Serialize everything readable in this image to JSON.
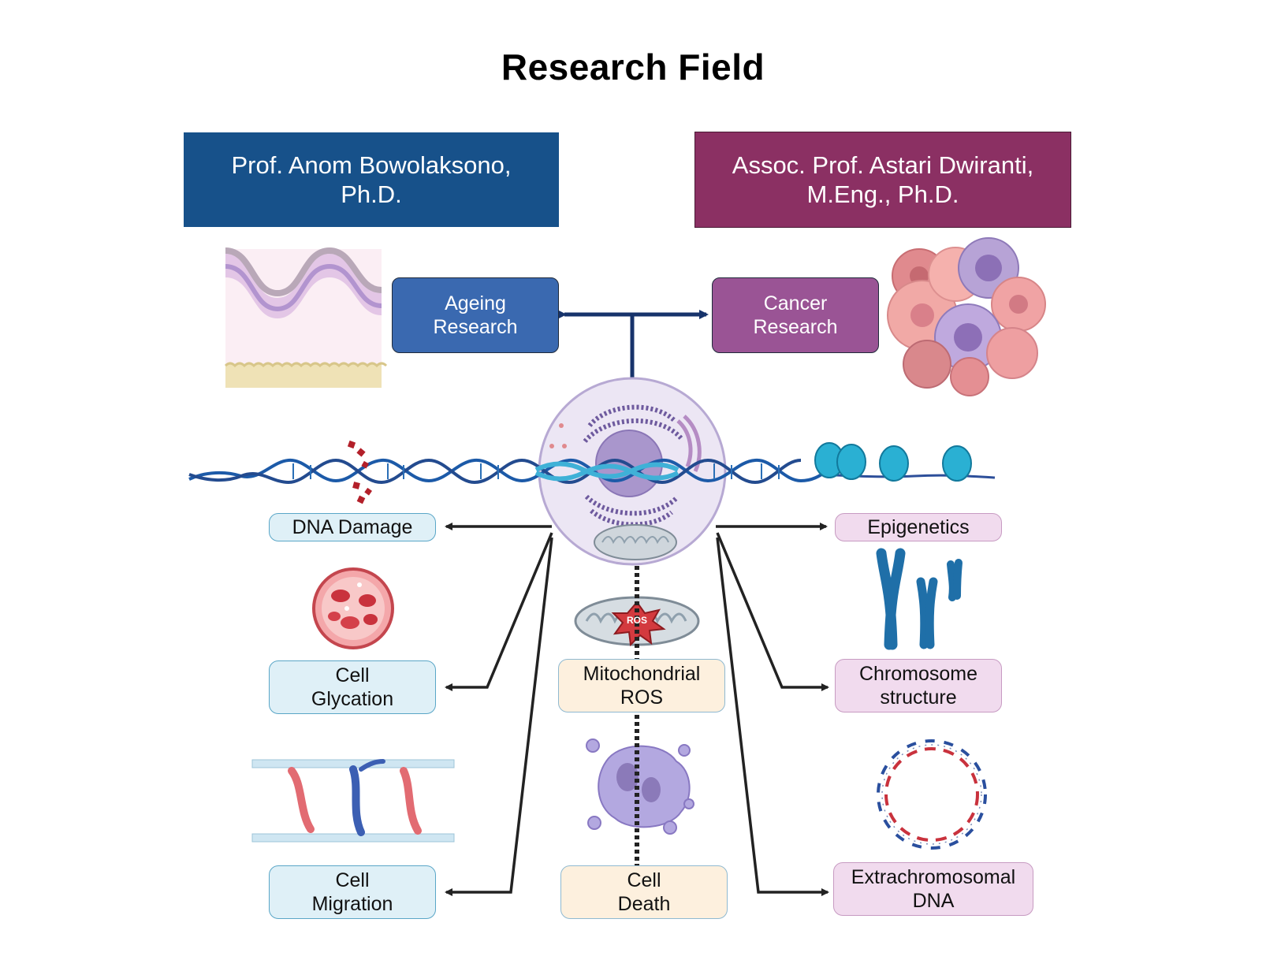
{
  "title": "Research Field",
  "people": {
    "left": "Prof. Anom Bowolaksono,\nPh.D.",
    "right": "Assoc. Prof. Astari Dwiranti,\nM.Eng., Ph.D."
  },
  "topics": {
    "left": "Ageing\nResearch",
    "right": "Cancer\nResearch"
  },
  "labels": {
    "dna_damage": "DNA Damage",
    "cell_glycation": "Cell\nGlycation",
    "cell_migration": "Cell\nMigration",
    "mito_ros": "Mitochondrial\nROS",
    "cell_death": "Cell\nDeath",
    "epigenetics": "Epigenetics",
    "chromosome": "Chromosome\nstructure",
    "ecdna": "Extrachromosomal\nDNA"
  },
  "icon_text": {
    "ros": "ROS"
  },
  "colors": {
    "ageing": "#17518a",
    "cancer": "#8b3063",
    "connector": "#17336b"
  }
}
